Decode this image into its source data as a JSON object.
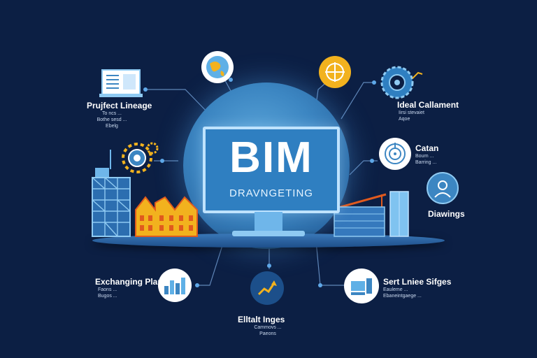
{
  "center": {
    "title": "BIM",
    "subtitle": "DRAVNGETING"
  },
  "nodes": {
    "project_lineage": {
      "label": "Prujfect Lineage",
      "desc1": "To ncs ...",
      "desc2": "Bothe sesd ...",
      "desc3": "Ebelg"
    },
    "ideal_collament": {
      "label": "Ideal Callament",
      "desc1": "Iirsi stevaiet",
      "desc2": "Aqoe",
      "desc3": ""
    },
    "catan": {
      "label": "Catan",
      "desc1": "Bourn ...",
      "desc2": "Barring ..."
    },
    "drawings": {
      "label": "Diawings"
    },
    "exchanging_plans": {
      "label": "Exchanging Plaps",
      "desc1": "Faons ...",
      "desc2": "Bugos ..."
    },
    "eltal_inges": {
      "label": "Elltalt Inges",
      "desc1": "Cammovs ...",
      "desc2": "Paeons"
    },
    "sert_lniee": {
      "label": "Sert Lniee Sifges",
      "desc1": "Eauleme ...",
      "desc2": "Ebaneintgaege ..."
    }
  },
  "colors": {
    "background": "#0c1f44",
    "accent_blue": "#3c86c2",
    "accent_yellow": "#f2b21e",
    "accent_orange": "#e05a1e",
    "line": "#5f86b8"
  },
  "icons": [
    "document-icon",
    "globe-icon",
    "compass-icon",
    "gear-icon",
    "target-icon",
    "person-icon",
    "chart-icon",
    "trend-icon",
    "building-icon",
    "crane-icon"
  ]
}
